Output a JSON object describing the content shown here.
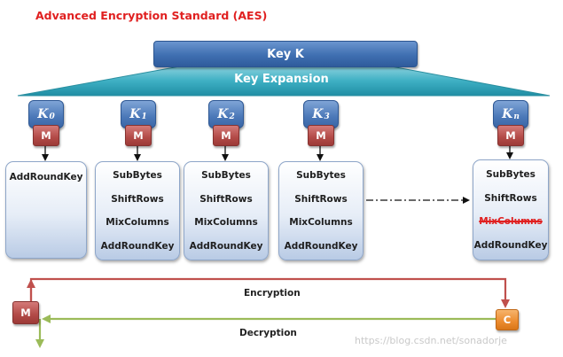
{
  "title": "Advanced Encryption Standard (AES)",
  "key_block": {
    "label": "Key K"
  },
  "key_expansion": {
    "label": "Key Expansion"
  },
  "round_keys": [
    {
      "letter": "K",
      "sub": "0"
    },
    {
      "letter": "K",
      "sub": "1"
    },
    {
      "letter": "K",
      "sub": "2"
    },
    {
      "letter": "K",
      "sub": "3"
    },
    {
      "letter": "K",
      "sub": "n"
    }
  ],
  "mixer": {
    "label": "M"
  },
  "rounds": {
    "first": {
      "steps": [
        "AddRoundKey"
      ]
    },
    "middle": {
      "steps": [
        "SubBytes",
        "ShiftRows",
        "MixColumns",
        "AddRoundKey"
      ]
    },
    "last": {
      "steps": [
        "SubBytes",
        "ShiftRows",
        "MixColumns",
        "AddRoundKey"
      ],
      "removed_step": "MixColumns"
    }
  },
  "flow": {
    "encryption_label": "Encryption",
    "decryption_label": "Decryption",
    "plaintext_label": "M",
    "ciphertext_label": "C"
  },
  "colors": {
    "title": "#e02020",
    "encryption_arrow": "#c0504d",
    "decryption_arrow": "#9bbb59",
    "key_blue": "#4b78b8"
  },
  "watermark": "https://blog.csdn.net/sonadorje"
}
